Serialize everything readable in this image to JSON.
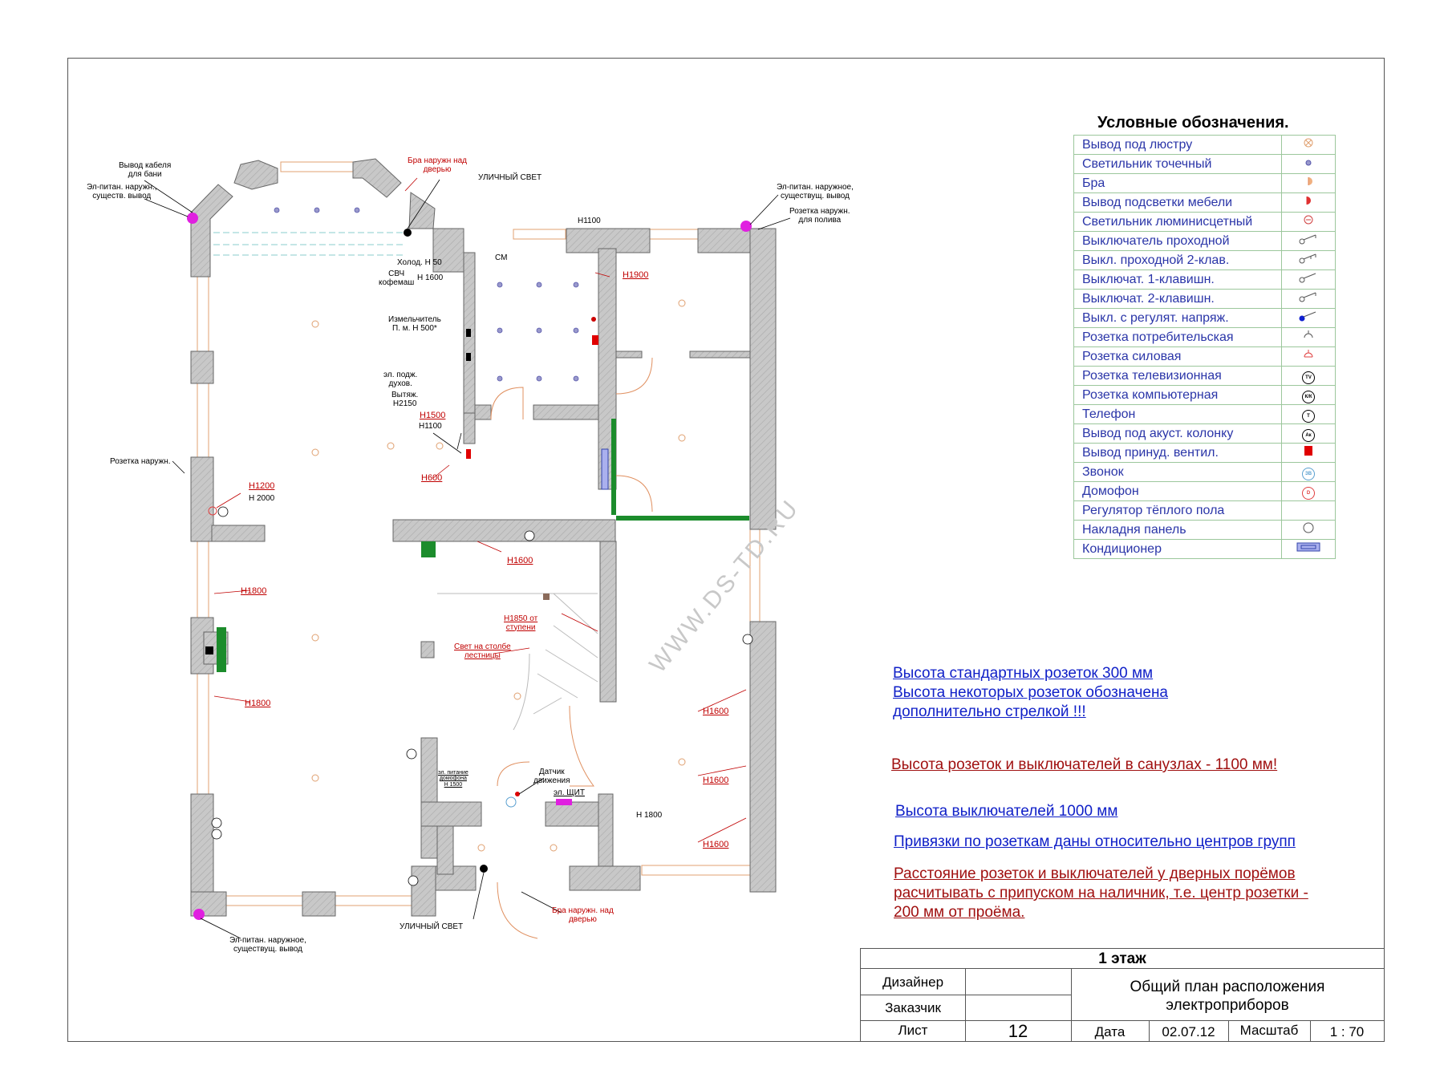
{
  "watermark": "WWW.DS-TD.RU",
  "plan": {
    "annotations": {
      "cable_bath": "Вывод кабеля\nдля бани",
      "power_out_nw": "Эл-питан. наружн.,\nсуществ. вывод",
      "bra_out_top": "Бра наружн над\nдверью",
      "street_light_top": "УЛИЧНЫЙ СВЕТ",
      "power_out_ne": "Эл-питан. наружное,\nсуществущ. вывод",
      "socket_watering": "Розетка наружн.\nдля полива",
      "h1100_top": "Н1100",
      "fridge": "Холод. Н 50",
      "microwave": "СВЧ\nкофемаш",
      "h1600_kitchen": "Н 1600",
      "cm": "СМ",
      "h1900": "Н1900",
      "grinder": "Измельчитель\nП. м. Н 500*",
      "oven": "эл. подж.\nдухов.",
      "hood": "Вытяж.\nН2150",
      "h1500": "Н1500",
      "h1100_mid": "Н1100",
      "h600": "Н600",
      "socket_out_w": "Розетка наружн.",
      "h1200": "Н1200",
      "h2000": "Н 2000",
      "h1600_hall": "Н1600",
      "h1800_a": "Н1800",
      "h1800_b": "Н1800",
      "h1850": "Н1850 от\nступени",
      "stair_light": "Свет на столбе\nлестницы",
      "intercom_power": "эл. питание\nдомофона\nН 1500",
      "motion_sensor": "Датчик\nдвижения",
      "el_panel": "эл. ЩИТ",
      "h1600_e1": "Н1600",
      "h1600_e2": "Н1600",
      "h1600_e3": "Н1600",
      "h1800_e": "Н 1800",
      "street_light_bottom": "УЛИЧНЫЙ СВЕТ",
      "bra_out_bottom": "Бра наружн. над\nдверью",
      "power_out_sw": "Эл-питан. наружное,\nсуществущ. вывод"
    }
  },
  "legend": {
    "title": "Условные обозначения.",
    "items": [
      {
        "label": "Вывод под люстру",
        "icon": "chandelier-outlet-icon"
      },
      {
        "label": "Светильник точечный",
        "icon": "spotlight-icon"
      },
      {
        "label": "Бра",
        "icon": "wall-lamp-icon"
      },
      {
        "label": "Вывод подсветки мебели",
        "icon": "furniture-light-icon"
      },
      {
        "label": "Светильник люминисцетный",
        "icon": "fluorescent-lamp-icon"
      },
      {
        "label": "Выключатель проходной",
        "icon": "pass-switch-icon"
      },
      {
        "label": "Выкл. проходной 2-клав.",
        "icon": "pass-switch-2key-icon"
      },
      {
        "label": "Выключат. 1-клавишн.",
        "icon": "switch-1key-icon"
      },
      {
        "label": "Выключат. 2-клавишн.",
        "icon": "switch-2key-icon"
      },
      {
        "label": "Выкл. с регулят. напряж.",
        "icon": "dimmer-switch-icon"
      },
      {
        "label": "Розетка потребительская",
        "icon": "consumer-socket-icon"
      },
      {
        "label": "Розетка силовая",
        "icon": "power-socket-icon"
      },
      {
        "label": "Розетка телевизионная",
        "icon": "tv-socket-icon",
        "glyph": "TV"
      },
      {
        "label": "Розетка компьютерная",
        "icon": "computer-socket-icon",
        "glyph": "К/К"
      },
      {
        "label": "Телефон",
        "icon": "phone-socket-icon",
        "glyph": "T"
      },
      {
        "label": "Вывод под акуст. колонку",
        "icon": "speaker-outlet-icon",
        "glyph": "Ак"
      },
      {
        "label": "Вывод принуд. вентил.",
        "icon": "ventilation-outlet-icon"
      },
      {
        "label": "Звонок",
        "icon": "doorbell-icon",
        "glyph": "ЗВ"
      },
      {
        "label": "Домофон",
        "icon": "intercom-icon",
        "glyph": "D"
      },
      {
        "label": "Регулятор тёплого пола",
        "icon": ""
      },
      {
        "label": "Накладня панель",
        "icon": "overlay-panel-icon"
      },
      {
        "label": "Кондиционер",
        "icon": "air-conditioner-icon"
      }
    ]
  },
  "notes": [
    {
      "lines": [
        "Высота стандартных розеток  300 мм",
        "Высота некоторых розеток  обозначена",
        "дополнительно стрелкой !!!"
      ],
      "color": "#1020c8"
    },
    {
      "lines": [
        "Высота розеток и выключателей  в санузлах - 1100 мм!"
      ],
      "color": "#a01010"
    },
    {
      "lines": [
        "Высота выключателей 1000 мм"
      ],
      "color": "#1020c8"
    },
    {
      "lines": [
        "Привязки по розеткам даны относительно центров групп"
      ],
      "color": "#1020c8"
    },
    {
      "lines": [
        "Расстояние розеток и выключателей у дверных порёмов",
        "расчитывать с припуском на наличник, т.е. центр розетки -",
        "200 мм от проёма."
      ],
      "color": "#a01010"
    }
  ],
  "title_block": {
    "floor": "1 этаж",
    "designer_label": "Дизайнер",
    "customer_label": "Заказчик",
    "sheet_label": "Лист",
    "sheet_number": "12",
    "title": "Общий план расположения\nэлектроприборов",
    "date_label": "Дата",
    "date": "02.07.12",
    "scale_label": "Масштаб",
    "scale": "1 : 70"
  }
}
